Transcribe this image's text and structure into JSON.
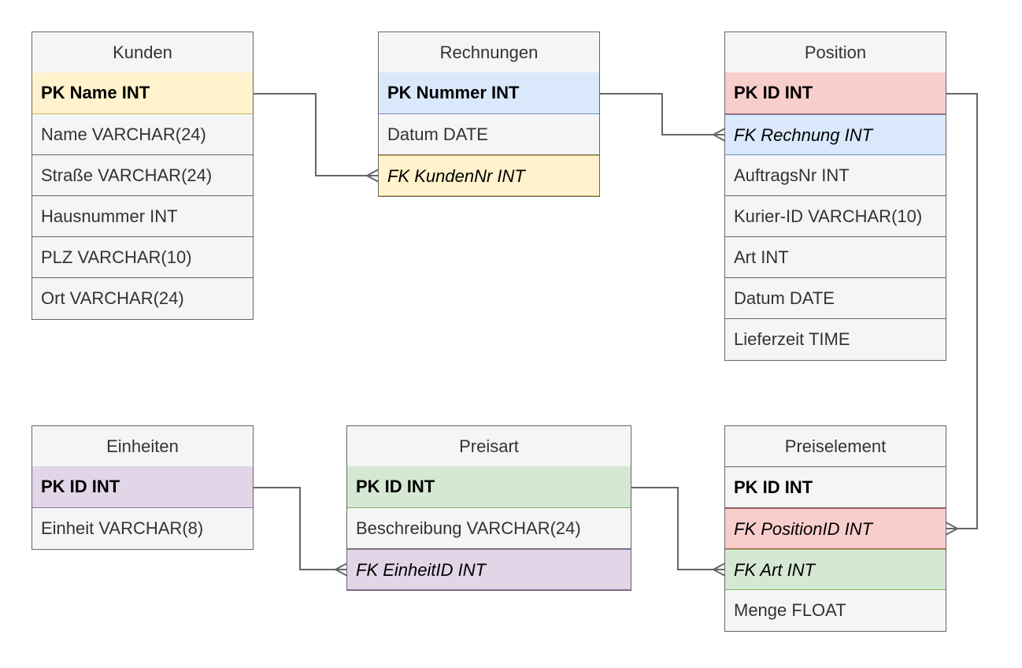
{
  "entities": {
    "kunden": {
      "title": "Kunden",
      "rows": [
        "PK Name INT",
        "Name VARCHAR(24)",
        "Straße VARCHAR(24)",
        "Hausnummer INT",
        "PLZ VARCHAR(10)",
        "Ort VARCHAR(24)"
      ]
    },
    "rechnungen": {
      "title": "Rechnungen",
      "rows": [
        "PK Nummer INT",
        "Datum DATE",
        "FK KundenNr INT"
      ]
    },
    "position": {
      "title": "Position",
      "rows": [
        "PK ID INT",
        "FK Rechnung INT",
        "AuftragsNr INT",
        "Kurier-ID VARCHAR(10)",
        "Art INT",
        "Datum DATE",
        "Lieferzeit TIME"
      ]
    },
    "einheiten": {
      "title": "Einheiten",
      "rows": [
        "PK ID INT",
        "Einheit VARCHAR(8)"
      ]
    },
    "preisart": {
      "title": "Preisart",
      "rows": [
        "PK ID INT",
        "Beschreibung VARCHAR(24)",
        "FK EinheitID INT"
      ]
    },
    "preiselement": {
      "title": "Preiselement",
      "rows": [
        "PK ID INT",
        "FK PositionID INT",
        "FK Art INT",
        "Menge FLOAT"
      ]
    }
  },
  "colors": {
    "line": "#666666",
    "yellow": "#fff2cc",
    "blue": "#dae8fc",
    "red": "#f8cecc",
    "purple": "#e1d5e7",
    "green": "#d5e8d4",
    "neutral": "#f5f5f5"
  }
}
